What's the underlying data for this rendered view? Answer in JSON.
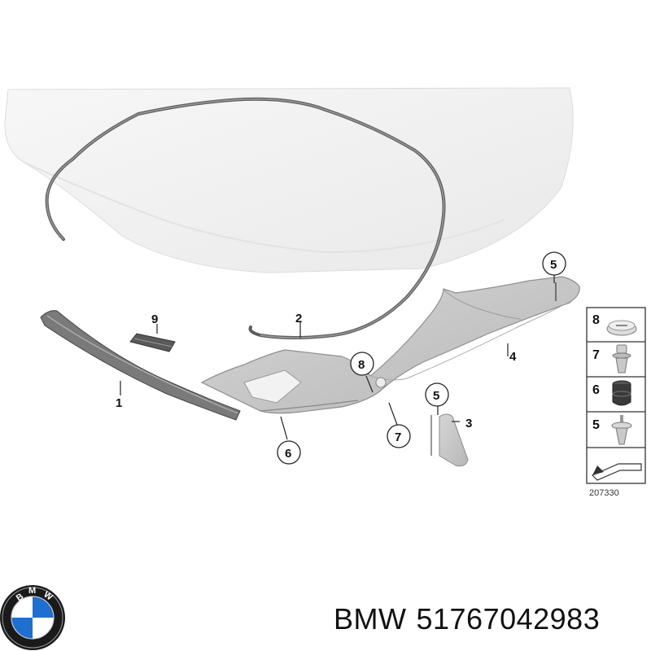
{
  "diagram": {
    "callouts": {
      "c1": "1",
      "c2": "2",
      "c3": "3",
      "c4": "4",
      "c5a": "5",
      "c5b": "5",
      "c6": "6",
      "c7": "7",
      "c8": "8",
      "c9": "9"
    },
    "legend": {
      "items": [
        "8",
        "7",
        "6",
        "5"
      ],
      "figure_id": "207330"
    }
  },
  "caption": {
    "brand": "BMW",
    "part_number": "51767042983"
  },
  "colors": {
    "hood": "#f1f1f1",
    "seal": "#666666",
    "trim": "#c4c4c4",
    "logo_blue": "#1e6fd0"
  }
}
